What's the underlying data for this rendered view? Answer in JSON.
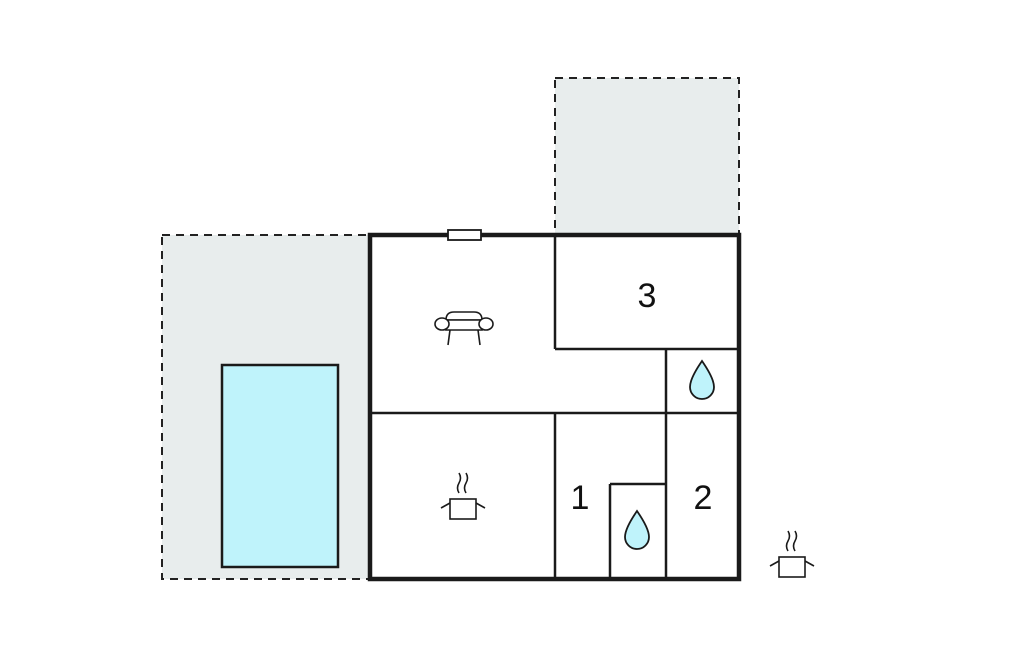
{
  "colors": {
    "terrace_fill": "#e8eded",
    "pool_fill": "#bff3fb",
    "water_drop_fill": "#bff3fb",
    "wall": "#1a1a1a",
    "background": "#ffffff"
  },
  "rooms": {
    "bedroom_1": {
      "label": "1"
    },
    "bedroom_2": {
      "label": "2"
    },
    "bedroom_3": {
      "label": "3"
    }
  },
  "icons": {
    "living_room": "sofa-icon",
    "kitchen": "cooking-pot-icon",
    "outdoor_kitchen": "cooking-pot-icon",
    "bathroom_upper": "water-drop-icon",
    "bathroom_lower": "water-drop-icon"
  }
}
